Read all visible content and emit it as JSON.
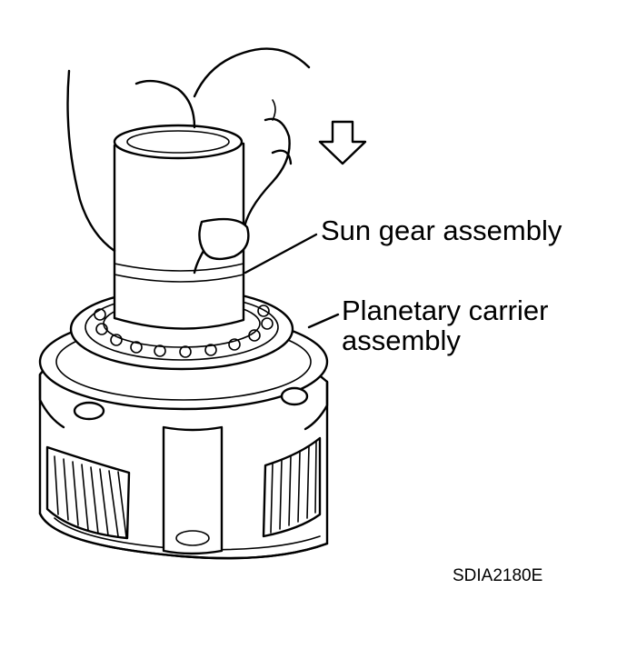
{
  "labels": {
    "sun_gear": "Sun gear assembly",
    "planetary_line1": "Planetary carrier",
    "planetary_line2": "assembly",
    "figure_code": "SDIA2180E"
  },
  "icons": {
    "direction": "arrow-down-icon"
  },
  "colors": {
    "ink": "#000000",
    "paper": "#ffffff"
  }
}
